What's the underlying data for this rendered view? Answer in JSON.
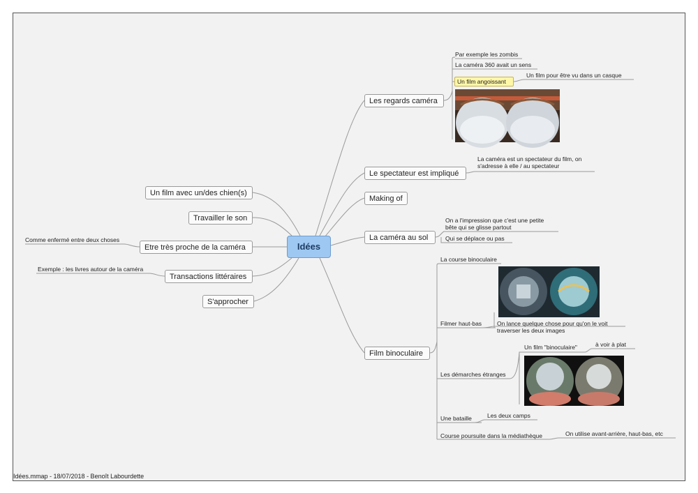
{
  "center": {
    "label": "Idées"
  },
  "right_topics": {
    "regards": "Les regards caméra",
    "spectateur": "Le spectateur est impliqué",
    "making_of": "Making of",
    "camera_sol": "La caméra au sol",
    "binoculaire": "Film binoculaire"
  },
  "left_topics": {
    "chiens": "Un film avec un/des chien(s)",
    "son": "Travailler le son",
    "proche": "Etre très proche de la caméra",
    "transactions": "Transactions littéraires",
    "approcher": "S'approcher"
  },
  "left_notes": {
    "proche": "Comme enfermé entre deux choses",
    "transactions": "Exemple : les livres autour de la caméra"
  },
  "regards_children": {
    "zombis": "Par exemple les zombis",
    "camera360": "La caméra 360 avait un sens",
    "angoissant": "Un film angoissant",
    "casque": "Un film pour être vu dans un casque"
  },
  "spectateur_note": "La caméra est un spectateur du film, on s'adresse à elle / au spectateur",
  "sol_children": {
    "impression": "On a l'impression que c'est une petite bête qui se glisse partout",
    "deplace": "Qui se déplace ou pas"
  },
  "binoculaire_children": {
    "course": "La course binoculaire",
    "haut_bas": "Filmer haut-bas",
    "haut_bas_note": "On lance quelque chose pour qu'on le voit traverser les deux images",
    "demarches": "Les démarches étranges",
    "film_binoculaire": "Un film \"binoculaire\"",
    "a_plat": "à voir à plat",
    "bataille": "Une bataille",
    "deux_camps": "Les deux camps",
    "poursuite": "Course poursuite dans la médiathèque",
    "avant_arriere": "On utilise avant-arrière, haut-bas, etc"
  },
  "footer": "Idées.mmap - 18/07/2018 - Benoît Labourdette"
}
